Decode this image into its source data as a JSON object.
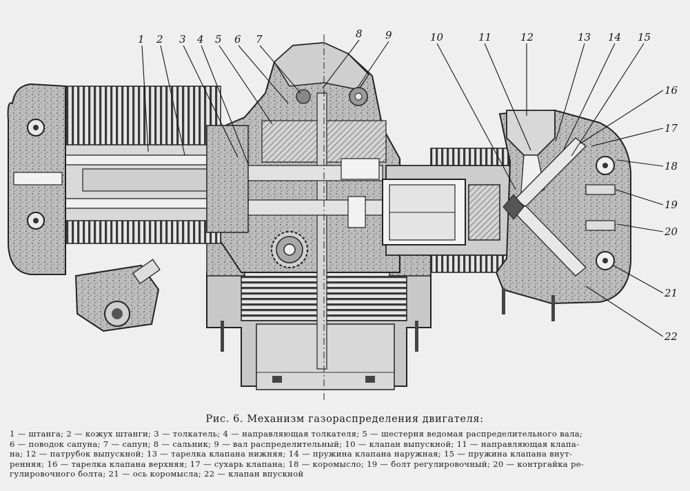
{
  "figure": {
    "numbers": [
      "1",
      "2",
      "3",
      "4",
      "5",
      "6",
      "7",
      "8",
      "9",
      "10",
      "11",
      "12",
      "13",
      "14",
      "15",
      "16",
      "17",
      "18",
      "19",
      "20",
      "21",
      "22"
    ]
  },
  "caption": {
    "title": "Рис. 6. Механизм газораспределения двигателя:",
    "legend_lines": [
      "1 — штанга; 2 — кожух штанги; 3 — толкатель; 4 — направляющая толкателя; 5 — шестерня ведомая распределительного вала;",
      "6 — поводок сапуна; 7 — сапун; 8 — сальник; 9 — вал распределительный; 10 — клапан выпускной; 11 — направляющая клапа-",
      "на; 12 — патрубок выпускной; 13 — тарелка клапана нижняя; 14 — пружина клапана наружная; 15 — пружина клапана внут-",
      "ренняя; 16 — тарелка клапана верхняя; 17 — сухарь клапана; 18 — коромысло; 19 — болт регулировочный; 20 — контргайка ре-",
      "гулировочного болта; 21 — ось коромысла; 22 — клапан впускной"
    ]
  }
}
